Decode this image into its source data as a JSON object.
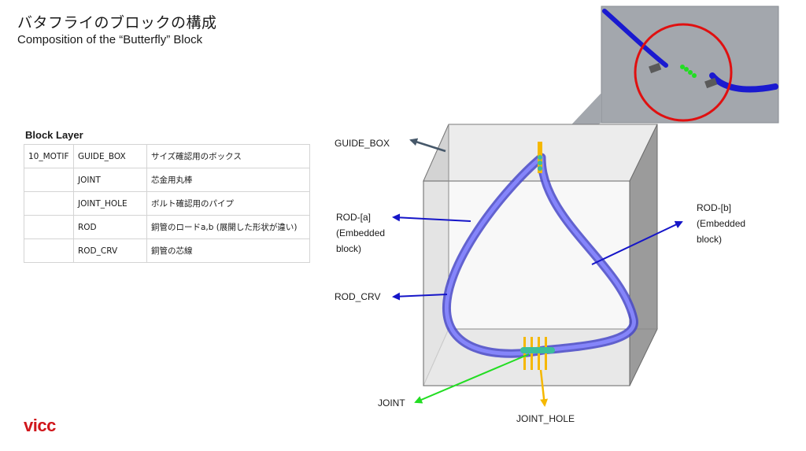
{
  "title": {
    "jp": "バタフライのブロックの構成",
    "en": "Composition of the “Butterfly” Block"
  },
  "layer_table": {
    "heading": "Block Layer",
    "rows": [
      {
        "group": "10_MOTIF",
        "layer": "GUIDE_BOX",
        "desc": "サイズ確認用のボックス"
      },
      {
        "group": "",
        "layer": "JOINT",
        "desc": "芯金用丸棒"
      },
      {
        "group": "",
        "layer": "JOINT_HOLE",
        "desc": "ボルト確認用のパイプ"
      },
      {
        "group": "",
        "layer": "ROD",
        "desc": "銅管のロードa,b (展開した形状が違い)"
      },
      {
        "group": "",
        "layer": "ROD_CRV",
        "desc": "銅管の芯線"
      }
    ]
  },
  "callouts": {
    "guide_box": "GUIDE_BOX",
    "rod_a_l1": "ROD-[a]",
    "rod_a_l2": "(Embedded",
    "rod_a_l3": "block)",
    "rod_crv": "ROD_CRV",
    "rod_b_l1": "ROD-[b]",
    "rod_b_l2": "(Embedded",
    "rod_b_l3": "block)",
    "joint": "JOINT",
    "joint_hole": "JOINT_HOLE"
  },
  "logo": "vicc",
  "colors": {
    "rod": "#6b6bf0",
    "joint_green": "#22dd22",
    "joint_hole_orange": "#f5b800",
    "arrow_blue": "#1515c8",
    "arrow_slate": "#46586a",
    "inset_circle": "#e01010",
    "logo_red": "#d0161b"
  }
}
